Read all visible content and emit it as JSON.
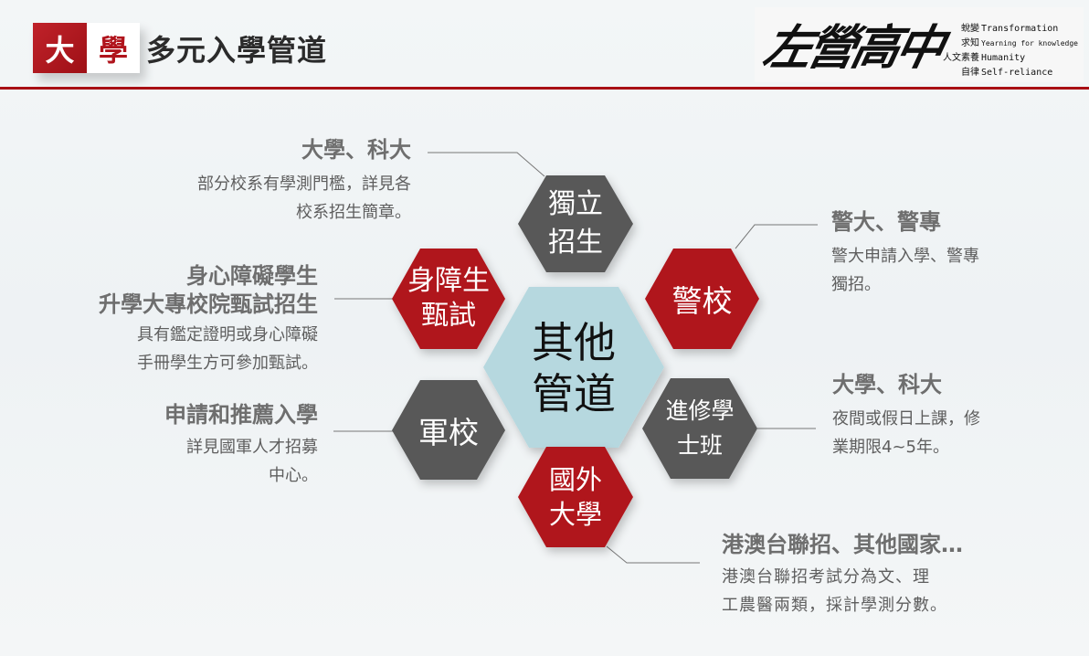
{
  "header": {
    "badge_left": "大",
    "badge_right": "學",
    "title": "多元入學管道",
    "logo": {
      "calligraphy": "左營高中",
      "mottos_cn": [
        "蛻變",
        "求知",
        "人文素養",
        "自律"
      ],
      "mottos_en": [
        "Transformation",
        "Yearning for knowledge",
        "Humanity",
        "Self-reliance"
      ]
    }
  },
  "colors": {
    "red": "#b0141c",
    "gray": "#595959",
    "center": "#b6d8df",
    "rule": "#a80f14"
  },
  "center": {
    "lines": [
      "其他",
      "管道"
    ]
  },
  "hexagons": [
    {
      "id": "independent",
      "lines": [
        "獨立",
        "招生"
      ],
      "color": "gray"
    },
    {
      "id": "disabled",
      "lines": [
        "身障生",
        "甄試"
      ],
      "color": "red"
    },
    {
      "id": "police",
      "lines": [
        "警校"
      ],
      "color": "red"
    },
    {
      "id": "military",
      "lines": [
        "軍校"
      ],
      "color": "gray"
    },
    {
      "id": "continuing",
      "lines": [
        "進修學",
        "士班"
      ],
      "color": "gray"
    },
    {
      "id": "overseas",
      "lines": [
        "國外",
        "大學"
      ],
      "color": "red"
    }
  ],
  "callouts": {
    "independent": {
      "head": "大學、科大",
      "body": [
        "部分校系有學測門檻，詳見各",
        "校系招生簡章。"
      ]
    },
    "disabled": {
      "head": [
        "身心障礙學生",
        "升學大專校院甄試招生"
      ],
      "body": [
        "具有鑑定證明或身心障礙",
        "手冊學生方可參加甄試。"
      ]
    },
    "military": {
      "head": "申請和推薦入學",
      "body": [
        "詳見國軍人才招募",
        "中心。"
      ]
    },
    "police": {
      "head": "警大、警專",
      "body": [
        "警大申請入學、警專",
        "獨招。"
      ]
    },
    "continuing": {
      "head": "大學、科大",
      "body": [
        "夜間或假日上課，修",
        "業期限4~5年。"
      ]
    },
    "overseas": {
      "head": "港澳台聯招、其他國家…",
      "body": [
        "港澳台聯招考試分為文、理",
        "工農醫兩類，採計學測分數。"
      ]
    }
  }
}
